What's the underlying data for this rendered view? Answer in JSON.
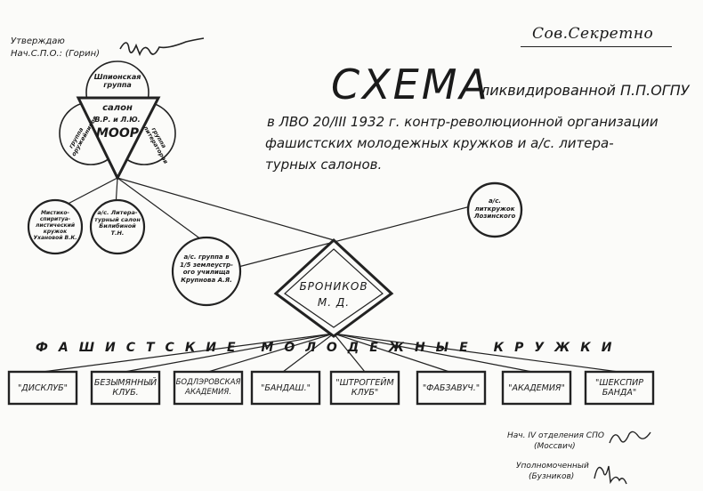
{
  "header": {
    "approve_line1": "Утверждаю",
    "approve_line2": "Нач.С.П.О.: (Горин)",
    "secret": "Сов.Секретно"
  },
  "title": {
    "big": "СХЕМА",
    "line1": "ликвидированной П.П.ОГПУ",
    "line2": "в ЛВО 20/III 1932 г. контр-революционной организации",
    "line3": "фашистских молодежных кружков и а/с. литера-",
    "line4": "турных салонов."
  },
  "moor": {
    "top_arc": "Шпионская группа",
    "left_arc": "группа оружейников",
    "right_arc": "группа литераторов",
    "salon": "салон",
    "initials": "В.Р. и Л.Ю.",
    "name": "МООР"
  },
  "circles": [
    {
      "id": "c1",
      "text": "Мистико-спиритуа-листический кружок Ухановой В.К."
    },
    {
      "id": "c2",
      "text": "а/с. Литера-турный салон Билибиной Т.Н."
    },
    {
      "id": "c3",
      "text": "а/с. группа в 1/5 землеустр-ого училища Крупнова А.Я."
    },
    {
      "id": "c4",
      "text": "а/с. литкружок Лозинского"
    }
  ],
  "center": {
    "line1": "БРОНИКОВ",
    "line2": "М. Д."
  },
  "banner": "ФАШИСТСКИЕ МОЛОДЕЖНЫЕ КРУЖКИ",
  "clubs": [
    "\"ДИСКЛУБ\"",
    "БЕЗЫМЯННЫЙ КЛУБ.",
    "БОДЛЭРОВСКАЯ АКАДЕМИЯ.",
    "\"БАНДАШ.\"",
    "\"ШТРОГГЕЙМ КЛУБ\"",
    "\"ФАБЗАВУЧ.\"",
    "\"АКАДЕМИЯ\"",
    "\"ШЕКСПИР БАНДА\""
  ],
  "signatures": {
    "line1": "Нач. IV отделения СПО",
    "line2": "(Моссвич)",
    "line3": "Уполномоченный",
    "line4": "(Бузников)"
  }
}
